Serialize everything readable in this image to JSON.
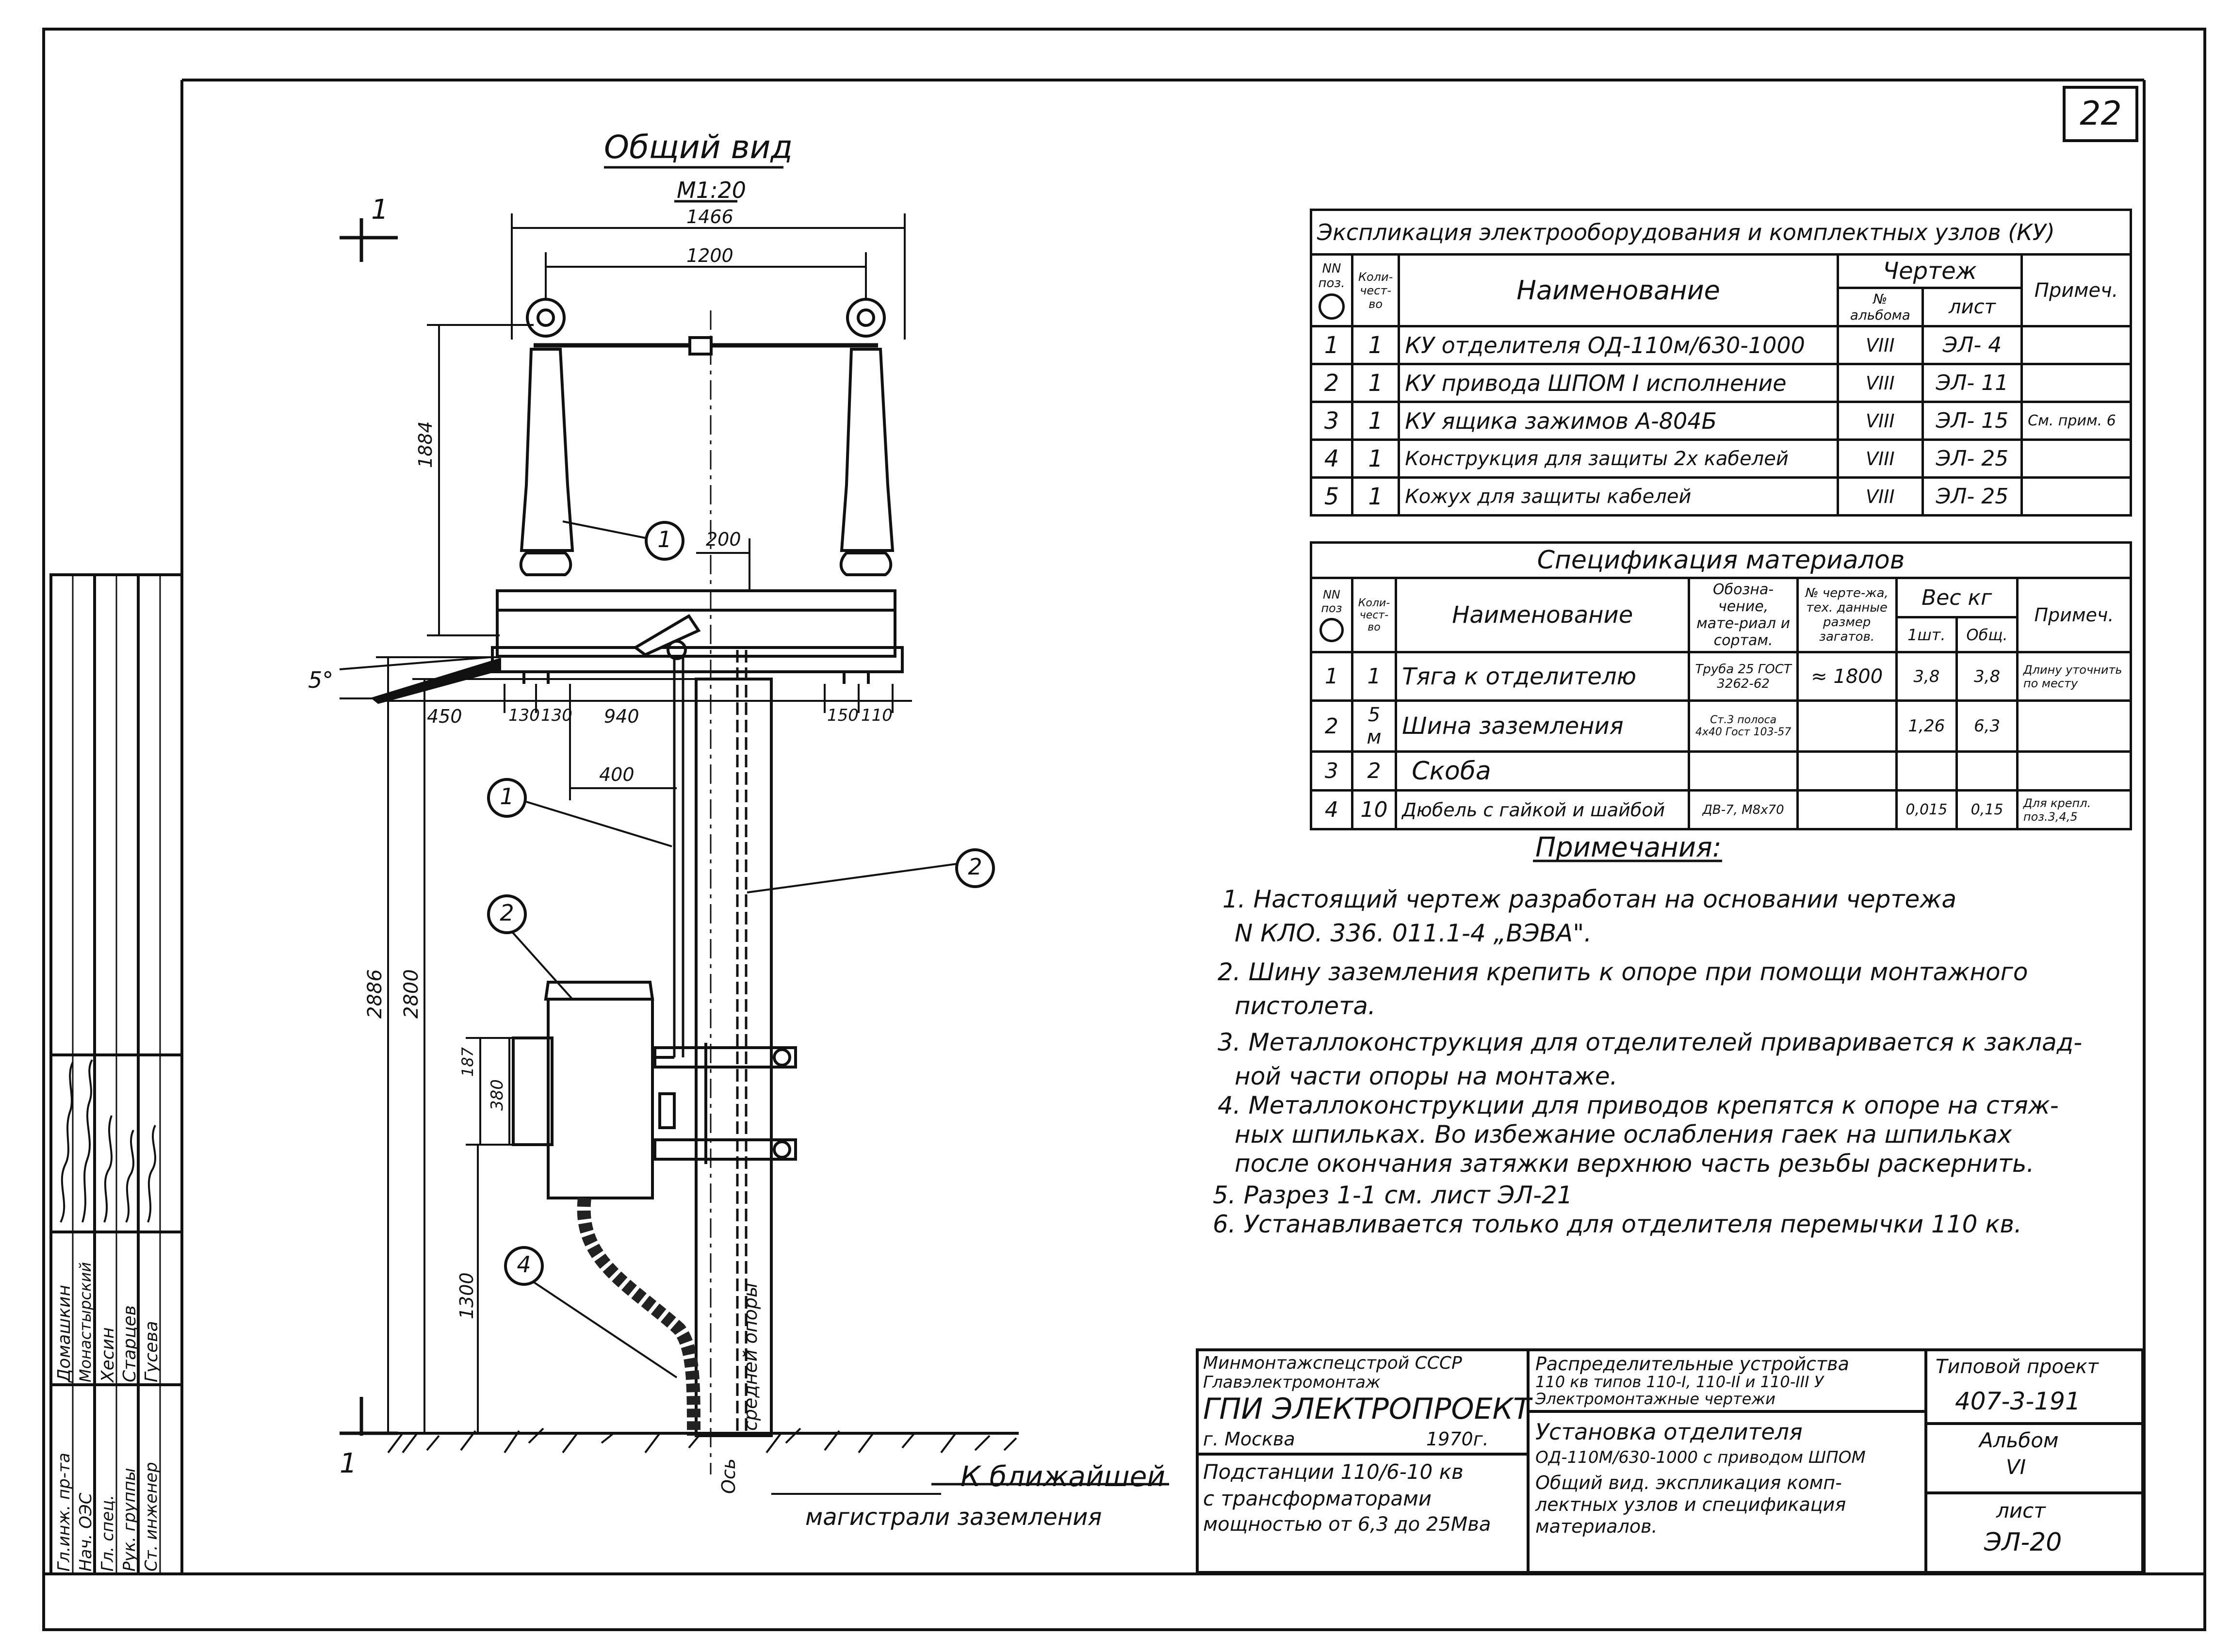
{
  "sheet": {
    "page_number": "22",
    "view_title": "Общий вид",
    "scale": "M1:20"
  },
  "dimensions": {
    "d1466": "1466",
    "d1200": "1200",
    "d1884": "1884",
    "d200": "200",
    "d450": "450",
    "d130a": "130",
    "d130b": "130",
    "d940": "940",
    "d150": "150",
    "d110": "110",
    "d400": "400",
    "d2886": "2886",
    "d2800": "2800",
    "d187": "187",
    "d380": "380",
    "d1300": "1300",
    "angle": "5°"
  },
  "callouts": [
    "1",
    "1",
    "2",
    "2",
    "4"
  ],
  "section_mark": "1",
  "axis_labels": {
    "axis": "Ось",
    "mid_support": "средней опоры"
  },
  "ground_label_1": "К ближайшей",
  "ground_label_2": "магистрали заземления",
  "equipment_table": {
    "title": "Экспликация электрооборудования и комплектных узлов (КУ)",
    "headers": {
      "pos": "NN поз.",
      "qty": "Коли-чест-во",
      "name": "Наименование",
      "drawings": "Чертеж",
      "album": "№ альбома",
      "sheet": "лист",
      "note": "Примеч."
    },
    "rows": [
      {
        "pos": "1",
        "qty": "1",
        "name": "КУ отделителя ОД-110м/630-1000",
        "album": "VIII",
        "sheet": "ЭЛ- 4",
        "note": ""
      },
      {
        "pos": "2",
        "qty": "1",
        "name": "КУ привода ШПОМ I исполнение",
        "album": "VIII",
        "sheet": "ЭЛ- 11",
        "note": ""
      },
      {
        "pos": "3",
        "qty": "1",
        "name": "КУ ящика зажимов А-804Б",
        "album": "VIII",
        "sheet": "ЭЛ- 15",
        "note": "См. прим. 6"
      },
      {
        "pos": "4",
        "qty": "1",
        "name": "Конструкция для защиты 2х кабелей",
        "album": "VIII",
        "sheet": "ЭЛ- 25",
        "note": ""
      },
      {
        "pos": "5",
        "qty": "1",
        "name": "Кожух для защиты кабелей",
        "album": "VIII",
        "sheet": "ЭЛ- 25",
        "note": ""
      }
    ]
  },
  "materials_table": {
    "title": "Спецификация материалов",
    "headers": {
      "pos": "NN поз",
      "qty": "Коли-чест-во",
      "name": "Наименование",
      "designation": "Обозна-чение, мате-риал и сортам.",
      "drawing": "№ черте-жа, тех. данные размер загатов.",
      "weight": "Вес кг",
      "unit": "1шт.",
      "total": "Общ.",
      "note": "Примеч."
    },
    "rows": [
      {
        "pos": "1",
        "qty": "1",
        "name": "Тяга к отделителю",
        "designation": "Труба 25 ГОСТ 3262-62",
        "drawing": "≈ 1800",
        "unit": "3,8",
        "total": "3,8",
        "note": "Длину уточнить по месту"
      },
      {
        "pos": "2",
        "qty": "5 м",
        "name": "Шина заземления",
        "designation": "Ст.3 полоса 4х40 Гост 103-57",
        "drawing": "",
        "unit": "1,26",
        "total": "6,3",
        "note": ""
      },
      {
        "pos": "3",
        "qty": "2",
        "name": "Скоба",
        "designation": "",
        "drawing": "",
        "unit": "",
        "total": "",
        "note": ""
      },
      {
        "pos": "4",
        "qty": "10",
        "name": "Дюбель с гайкой и шайбой",
        "designation": "ДВ-7, М8х70",
        "drawing": "",
        "unit": "0,015",
        "total": "0,15",
        "note": "Для крепл. поз.3,4,5"
      }
    ]
  },
  "notes": {
    "title": "Примечания:",
    "lines": [
      "1. Настоящий чертеж разработан на основании чертежа",
      "N КЛО. 336. 011.1-4 „ВЭВА\".",
      "2. Шину заземления крепить к опоре при помощи монтажного",
      "пистолета.",
      "3. Металлоконструкция для отделителей приваривается к заклад-",
      "ной части опоры на монтаже.",
      "4. Металлоконструкции для приводов крепятся к опоре на стяж-",
      "ных шпильках. Во избежание ослабления гаек на шпильках",
      "после окончания затяжки верхнюю часть резьбы раскернить.",
      "5. Разрез 1-1 см. лист ЭЛ-21",
      "6. Устанавливается только для отделителя перемычки 110 кв."
    ]
  },
  "title_block": {
    "org_1": "Минмонтажспецстрой СССР",
    "org_2": "Главэлектромонтаж",
    "org_3": "ГПИ ЭЛЕКТРОПРОЕКТ",
    "city": "г. Москва",
    "year": "1970г.",
    "sub_1": "Подстанции 110/6-10 кв",
    "sub_2": "с трансформаторами",
    "sub_3": "мощностью от 6,3 до 25Мва",
    "series_1": "Распределительные устройства",
    "series_2": "110 кв типов 110-I, 110-II и 110-III У",
    "series_3": "Электромонтажные чертежи",
    "desc_1": "Установка отделителя",
    "desc_2": "ОД-110М/630-1000 с приводом ШПОМ",
    "desc_3": "Общий вид. экспликация комп-",
    "desc_4": "лектных узлов и спецификация",
    "desc_5": "материалов.",
    "type_project_label": "Типовой проект",
    "type_project": "407-3-191",
    "album_label": "Альбом",
    "album": "VI",
    "sheet_label": "лист",
    "sheet": "ЭЛ-20"
  },
  "signatures": {
    "roles": [
      "Гл.инж. пр-та",
      "Нач. ОЭС",
      "Гл. спец.",
      "Рук. группы",
      "Ст. инженер"
    ],
    "names": [
      "Домашкин",
      "Монастырский",
      "Хесин",
      "Старцев",
      "Гусева"
    ]
  }
}
